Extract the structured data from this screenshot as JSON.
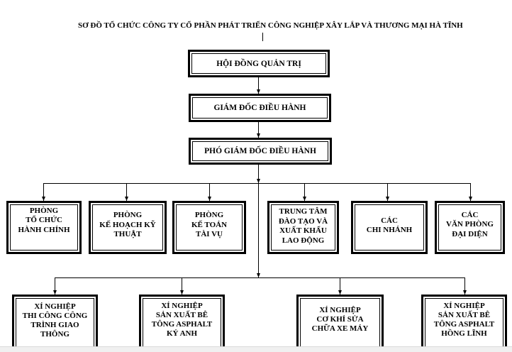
{
  "document": {
    "title": "SƠ ĐỒ TỔ CHỨC CÔNG TY CỔ PHẦN PHÁT TRIỂN CÔNG NGHIỆP XÂY LẮP VÀ THƯƠNG MẠI HÀ TĨNH"
  },
  "org_chart": {
    "board": {
      "label": "HỘI ĐỒNG QUẢN TRỊ"
    },
    "executive_director": {
      "label": "GIÁM ĐỐC ĐIỀU HÀNH"
    },
    "deputy_executive_director": {
      "label": "PHÓ GIÁM ĐỐC ĐIỀU HÀNH"
    },
    "departments": [
      {
        "lines": [
          "PHÒNG",
          "TỔ CHỨC",
          "HÀNH CHÍNH"
        ]
      },
      {
        "lines": [
          "PHÒNG",
          "KẾ HOẠCH KỸ",
          "THUẬT"
        ]
      },
      {
        "lines": [
          "PHÒNG",
          "KẾ TOÁN",
          "TÀI VỤ"
        ]
      },
      {
        "lines": [
          "TRUNG TÂM",
          "ĐÀO TẠO VÀ",
          "XUẤT KHẨU",
          "LAO ĐỘNG"
        ]
      },
      {
        "lines": [
          "CÁC",
          "CHI NHÁNH"
        ]
      },
      {
        "lines": [
          "CÁC",
          "VĂN PHÒNG",
          "ĐẠI DIỆN"
        ]
      }
    ],
    "enterprises": [
      {
        "lines": [
          "XÍ NGHIỆP",
          "THI CÔNG CÔNG",
          "TRÌNH GIAO",
          "THÔNG"
        ]
      },
      {
        "lines": [
          "XÍ NGHIỆP",
          "SẢN XUẤT BÊ",
          "TÔNG ASPHALT",
          "KỶ ANH"
        ]
      },
      {
        "lines": [
          "XÍ NGHIỆP",
          "CƠ KHÍ SỬA",
          "CHỮA XE MÁY"
        ]
      },
      {
        "lines": [
          "XÍ NGHIỆP",
          "SẢN XUẤT BÊ",
          "TÔNG ASPHALT",
          "HỒNG LĨNH"
        ]
      }
    ]
  }
}
